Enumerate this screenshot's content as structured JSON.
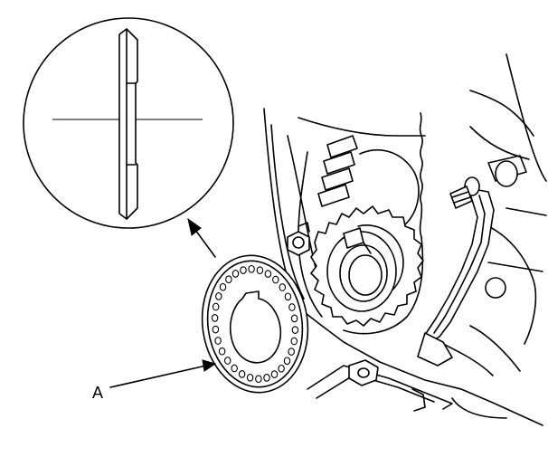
{
  "diagram": {
    "callouts": [
      {
        "id": "A",
        "text": "A"
      }
    ],
    "colors": {
      "line": "#000000",
      "background": "#ffffff"
    },
    "icons": [
      "magnifier-detail-circle",
      "pointer-arrow",
      "leader-arrow"
    ]
  }
}
